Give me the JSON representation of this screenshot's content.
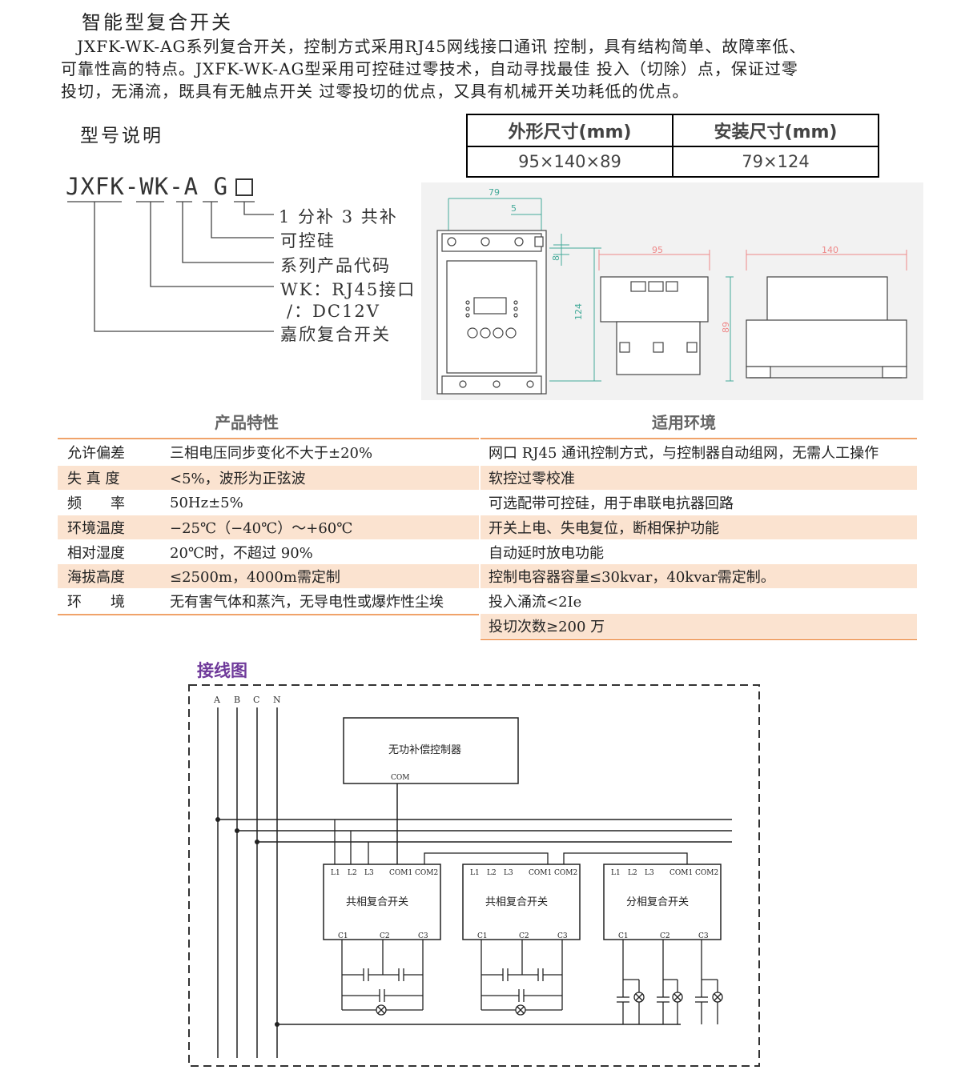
{
  "title": "智能型复合开关",
  "intro": [
    "JXFK-WK-AG系列复合开关，控制方式采用RJ45网线接口通讯 控制，具有结构简单、故障率低、",
    "可靠性高的特点。JXFK-WK-AG型采用可控硅过零技术，自动寻找最佳 投入（切除）点，保证过零",
    "投切，无涌流，既具有无触点开关 过零投切的优点，又具有机械开关功耗低的优点。"
  ],
  "model_heading": "型号说明",
  "dimensions": {
    "outer_label": "外形尺寸(mm)",
    "install_label": "安装尺寸(mm)",
    "outer_value": "95×140×89",
    "install_value": "79×124"
  },
  "model_code": {
    "text": "JXFK-WK-A G",
    "legend": [
      "1 分补   3 共补",
      "可控硅",
      "系列产品代码",
      "WK：RJ45接口",
      " /：DC12V",
      "嘉欣复合开关"
    ]
  },
  "drawing": {
    "dim_79": "79",
    "dim_5": "5",
    "dim_8": "8",
    "dim_124": "124",
    "dim_95": "95",
    "dim_140": "140",
    "dim_89": "89"
  },
  "features": {
    "heading": "产品特性",
    "rows": [
      {
        "key": "允许偏差",
        "value": "三相电压同步变化不大于±20%"
      },
      {
        "key": "失 真 度",
        "value": "<5%，波形为正弦波"
      },
      {
        "key": "频　　率",
        "value": "50Hz±5%"
      },
      {
        "key": "环境温度",
        "value": "−25℃（−40℃）～+60℃"
      },
      {
        "key": "相对湿度",
        "value": "20℃时，不超过 90%"
      },
      {
        "key": "海拔高度",
        "value": "≤2500m，4000m需定制"
      },
      {
        "key": "环　　境",
        "value": "无有害气体和蒸汽，无导电性或爆炸性尘埃"
      }
    ]
  },
  "environment": {
    "heading": "适用环境",
    "rows": [
      "网口 RJ45 通讯控制方式，与控制器自动组网，无需人工操作",
      "软控过零校准",
      "可选配带可控硅，用于串联电抗器回路",
      "开关上电、失电复位，断相保护功能",
      "自动延时放电功能",
      "控制电容器容量≤30kvar，40kvar需定制。",
      "投入涌流<2Ie",
      "投切次数≥200 万"
    ]
  },
  "wiring": {
    "title": "接线图",
    "phases": [
      "A",
      "B",
      "C",
      "N"
    ],
    "controller": "无功补偿控制器",
    "controller_port": "COM",
    "pins_top": [
      "L1",
      "L2",
      "L3",
      "COM1",
      "COM2"
    ],
    "pins_bottom": [
      "C1",
      "C2",
      "C3"
    ],
    "switches": [
      "共相复合开关",
      "共相复合开关",
      "分相复合开关"
    ]
  },
  "colors": {
    "accent_line": "#f0a36a",
    "shade": "#fbe3d0",
    "wiring_title": "#6f3a9a"
  }
}
